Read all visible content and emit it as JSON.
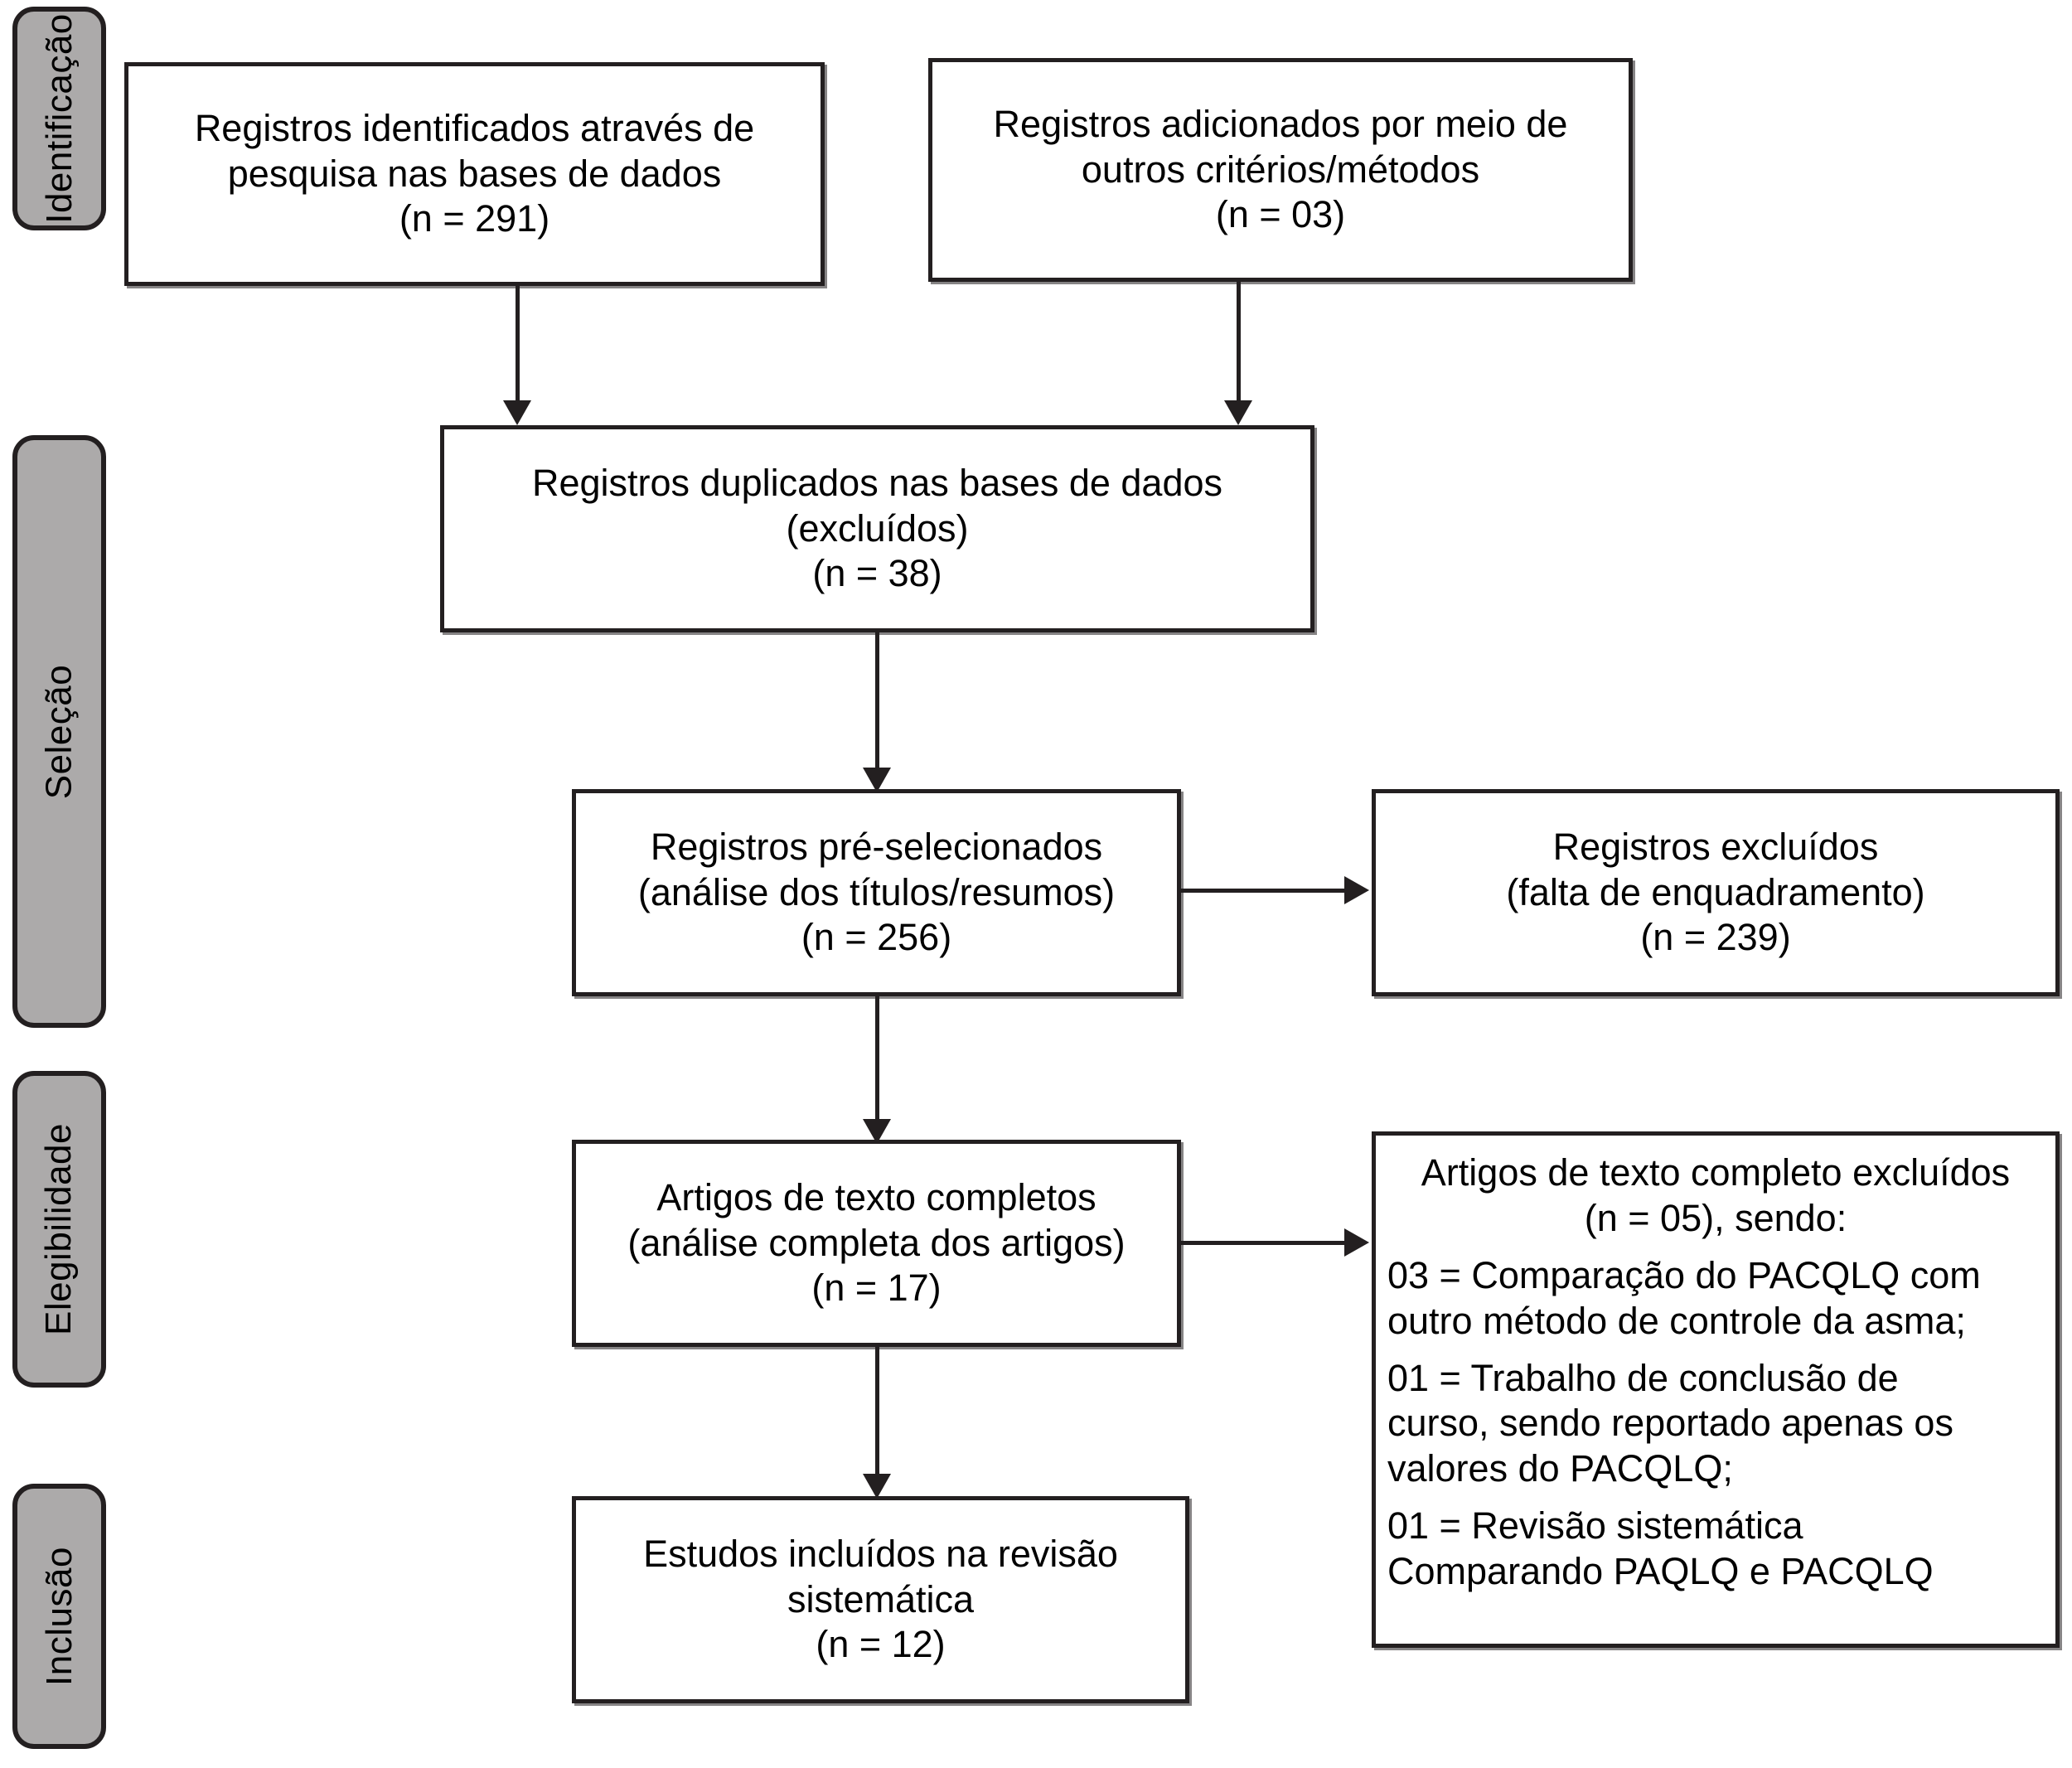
{
  "diagram": {
    "title": "PRISMA flow diagram",
    "colors": {
      "stage_tab_fill": "#ACAAAA",
      "stroke": "#231f20",
      "box_fill": "#ffffff"
    },
    "stages": [
      {
        "id": "identificacao",
        "label": "Identificação"
      },
      {
        "id": "selecao",
        "label": "Seleção"
      },
      {
        "id": "elegibilidade",
        "label": "Elegibilidade"
      },
      {
        "id": "inclusao",
        "label": "Inclusão"
      }
    ],
    "boxes": {
      "identified_databases": {
        "line1": "Registros identificados através de",
        "line2": "pesquisa nas bases de dados",
        "line3": "(n = 291)",
        "n": 291
      },
      "identified_other": {
        "line1": "Registros adicionados por meio de",
        "line2": "outros critérios/métodos",
        "line3": "(n = 03)",
        "n": 3
      },
      "duplicates": {
        "line1": "Registros duplicados nas bases de dados",
        "line2": "(excluídos)",
        "line3": "(n = 38)",
        "n": 38
      },
      "screened": {
        "line1": "Registros pré-selecionados",
        "line2": "(análise dos títulos/resumos)",
        "line3": "(n = 256)",
        "n": 256
      },
      "excluded_screening": {
        "line1": "Registros excluídos",
        "line2": "(falta de enquadramento)",
        "line3": "(n = 239)",
        "n": 239
      },
      "full_text": {
        "line1": "Artigos de texto completos",
        "line2": "(análise completa dos artigos)",
        "line3": "(n = 17)",
        "n": 17
      },
      "excluded_full_text": {
        "head1": "Artigos de texto completo excluídos",
        "head2": "(n = 05), sendo:",
        "n": 5,
        "reason1_line1": "03 = Comparação do PACQLQ com",
        "reason1_line2": "outro método de controle da asma;",
        "reason2_line1": "01 = Trabalho de conclusão de",
        "reason2_line2": "curso, sendo reportado apenas os",
        "reason2_line3": "valores do PACQLQ;",
        "reason3_line1": "01 = Revisão sistemática",
        "reason3_line2": "Comparando PAQLQ e PACQLQ"
      },
      "included": {
        "line1": "Estudos incluídos na revisão",
        "line2": "sistemática",
        "line3": "(n = 12)",
        "n": 12
      }
    }
  },
  "chart_data": {
    "type": "diagram",
    "title": "PRISMA flow diagram",
    "nodes": [
      {
        "id": "identified_databases",
        "stage": "Identificação",
        "label": "Registros identificados através de pesquisa nas bases de dados",
        "n": 291
      },
      {
        "id": "identified_other",
        "stage": "Identificação",
        "label": "Registros adicionados por meio de outros critérios/métodos",
        "n": 3
      },
      {
        "id": "duplicates",
        "stage": "Seleção",
        "label": "Registros duplicados nas bases de dados (excluídos)",
        "n": 38
      },
      {
        "id": "screened",
        "stage": "Seleção",
        "label": "Registros pré-selecionados (análise dos títulos/resumos)",
        "n": 256
      },
      {
        "id": "excluded_screening",
        "stage": "Seleção",
        "label": "Registros excluídos (falta de enquadramento)",
        "n": 239
      },
      {
        "id": "full_text",
        "stage": "Elegibilidade",
        "label": "Artigos de texto completos (análise completa dos artigos)",
        "n": 17
      },
      {
        "id": "excluded_full_text",
        "stage": "Elegibilidade",
        "label": "Artigos de texto completo excluídos",
        "n": 5
      },
      {
        "id": "included",
        "stage": "Inclusão",
        "label": "Estudos incluídos na revisão sistemática",
        "n": 12
      }
    ],
    "edges": [
      {
        "from": "identified_databases",
        "to": "duplicates"
      },
      {
        "from": "identified_other",
        "to": "duplicates"
      },
      {
        "from": "duplicates",
        "to": "screened"
      },
      {
        "from": "screened",
        "to": "excluded_screening"
      },
      {
        "from": "screened",
        "to": "full_text"
      },
      {
        "from": "full_text",
        "to": "excluded_full_text"
      },
      {
        "from": "full_text",
        "to": "included"
      }
    ]
  }
}
